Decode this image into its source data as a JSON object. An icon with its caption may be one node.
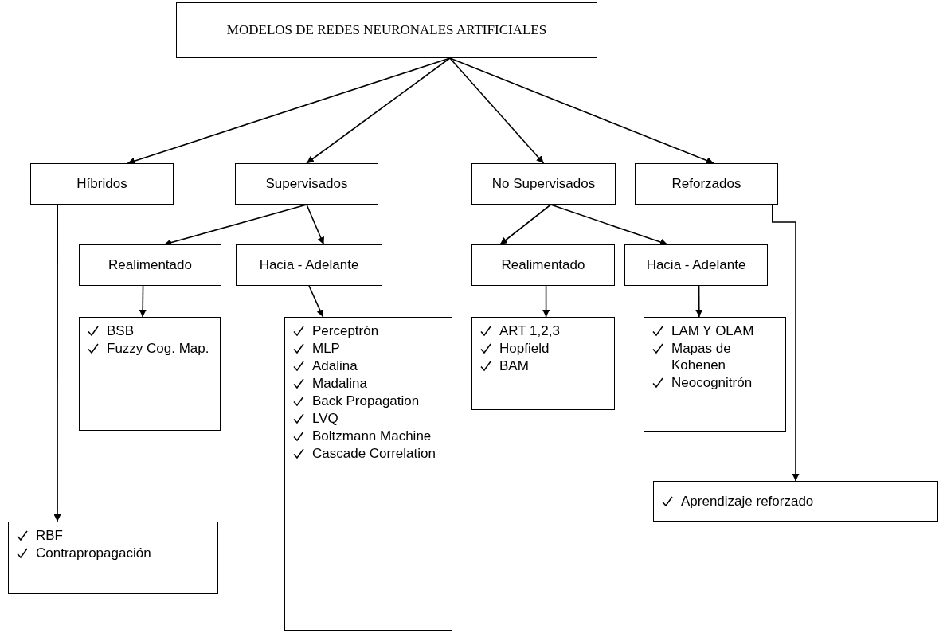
{
  "diagram": {
    "nodes": [
      {
        "text": [
          "MODELOS DE REDES NEURONALES ARTIFICIALES"
        ]
      },
      {
        "text": [
          "Híbridos"
        ]
      },
      {
        "text": [
          "Supervisados"
        ]
      },
      {
        "text": [
          "No Supervisados"
        ]
      },
      {
        "text": [
          "Reforzados"
        ]
      },
      {
        "text": [
          "Realimentado"
        ]
      },
      {
        "text": [
          "Hacia - Adelante"
        ]
      },
      {
        "text": [
          "Realimentado"
        ]
      },
      {
        "text": [
          "Hacia - Adelante"
        ]
      },
      {
        "text": [
          "BSB",
          "Fuzzy Cog. Map."
        ]
      },
      {
        "text": [
          "Perceptrón",
          "MLP",
          "Adalina",
          "Madalina",
          "Back Propagation",
          "LVQ",
          "Boltzmann Machine",
          "Cascade Correlation"
        ]
      },
      {
        "text": [
          "ART 1,2,3",
          "Hopfield",
          "BAM"
        ]
      },
      {
        "text": [
          "LAM Y OLAM",
          "Mapas de Kohenen",
          "Neocognitrón"
        ]
      },
      {
        "text": [
          "Aprendizaje reforzado"
        ]
      },
      {
        "text": [
          "RBF",
          "Contrapropagación"
        ]
      }
    ],
    "edges": [
      {
        "from": 0,
        "to": 1,
        "arrow": "to"
      },
      {
        "from": 0,
        "to": 2,
        "arrow": "to"
      },
      {
        "from": 0,
        "to": 3,
        "arrow": "to"
      },
      {
        "from": 0,
        "to": 4,
        "arrow": "to"
      },
      {
        "from": 2,
        "to": 5,
        "arrow": "to"
      },
      {
        "from": 2,
        "to": 6,
        "arrow": "to"
      },
      {
        "from": 3,
        "to": 7,
        "arrow": "to"
      },
      {
        "from": 3,
        "to": 8,
        "arrow": "to"
      },
      {
        "from": 5,
        "to": 9,
        "arrow": "to"
      },
      {
        "from": 6,
        "to": 10,
        "arrow": "to"
      },
      {
        "from": 7,
        "to": 11,
        "arrow": "to"
      },
      {
        "from": 8,
        "to": 12,
        "arrow": "to"
      },
      {
        "from": 1,
        "to": 14,
        "arrow": "to"
      },
      {
        "from": 4,
        "to": 13,
        "arrow": "to"
      }
    ]
  }
}
